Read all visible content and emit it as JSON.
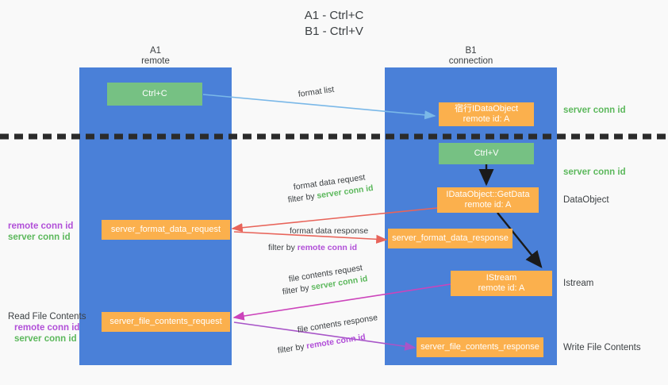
{
  "title": "A1 - Ctrl+C\nB1 - Ctrl+V",
  "colors": {
    "background": "#f9f9f9",
    "lane": "#4a80d8",
    "green_box": "#76c183",
    "orange_box": "#fbb04d",
    "server_conn_id": "#5cb85c",
    "remote_conn_id": "#b14fd8",
    "arrow_blue": "#7ab8e8",
    "arrow_red": "#e8645a",
    "arrow_magenta": "#cc44bb",
    "arrow_purple": "#a855c8",
    "arrow_black": "#1a1a1a",
    "divider": "#2b2b2b"
  },
  "lanes": [
    {
      "id": "a1",
      "title": "A1\nremote"
    },
    {
      "id": "b1",
      "title": "B1\nconnection"
    }
  ],
  "boxes": [
    {
      "id": "ctrl-c",
      "label": "Ctrl+C",
      "color": "green"
    },
    {
      "id": "idataobject",
      "label": "宿行IDataObject\nremote id: A",
      "color": "orange"
    },
    {
      "id": "ctrl-v",
      "label": "Ctrl+V",
      "color": "green"
    },
    {
      "id": "idataobject-getdata",
      "label": "IDataObject::GetData\nremote id: A",
      "color": "orange"
    },
    {
      "id": "server-format-data-request",
      "label": "server_format_data_request",
      "color": "orange"
    },
    {
      "id": "server-format-data-response",
      "label": "server_format_data_response",
      "color": "orange"
    },
    {
      "id": "istream",
      "label": "IStream\nremote id: A",
      "color": "orange"
    },
    {
      "id": "server-file-contents-request",
      "label": "server_file_contents_request",
      "color": "orange"
    },
    {
      "id": "server-file-contents-response",
      "label": "server_file_contents_response",
      "color": "orange"
    }
  ],
  "right_labels": [
    {
      "id": "server-conn-id-1",
      "text": "server conn id",
      "style": "green"
    },
    {
      "id": "server-conn-id-2",
      "text": "server conn id",
      "style": "green"
    },
    {
      "id": "dataobject",
      "text": "DataObject",
      "style": "plain"
    },
    {
      "id": "istream-label",
      "text": "Istream",
      "style": "plain"
    },
    {
      "id": "write-file",
      "text": "Write File Contents",
      "style": "plain"
    }
  ],
  "left_labels": [
    {
      "id": "conn-ids-top",
      "heading": "",
      "remote": "remote conn id",
      "server": "server conn id"
    },
    {
      "id": "read-file",
      "heading": "Read File Contents",
      "remote": "remote conn id",
      "server": "server conn id"
    }
  ],
  "arrow_labels": [
    {
      "id": "format-list",
      "line1": "format list",
      "filter_prefix": "",
      "filter_value": "",
      "filter_style": ""
    },
    {
      "id": "format-data-request",
      "line1": "format data request",
      "filter_prefix": "filter by ",
      "filter_value": "server conn id",
      "filter_style": "g"
    },
    {
      "id": "format-data-response",
      "line1": "format data response",
      "filter_prefix": "filter by ",
      "filter_value": "remote conn id",
      "filter_style": "p"
    },
    {
      "id": "file-contents-request",
      "line1": "file contents request",
      "filter_prefix": "filter by ",
      "filter_value": "server conn id",
      "filter_style": "g"
    },
    {
      "id": "file-contents-response",
      "line1": "file contents response",
      "filter_prefix": "filter by ",
      "filter_value": "remote conn id",
      "filter_style": "p"
    }
  ]
}
